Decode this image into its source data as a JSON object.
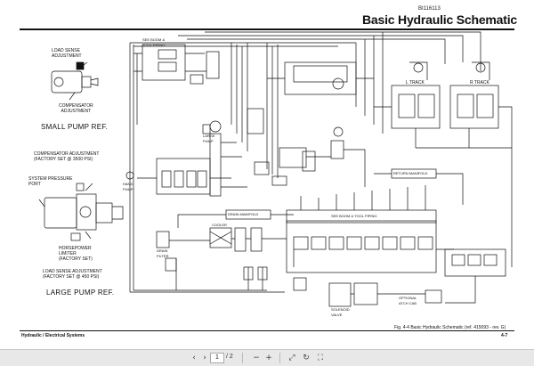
{
  "header": {
    "code": "BI116113",
    "title": "Basic Hydraulic Schematic"
  },
  "left_panel": {
    "load_sense_adjustment": "LOAD SENSE\nADJUSTMENT",
    "compensator_adjustment": "COMPENSATOR\nADJUSTMENT",
    "small_pump_ref": "SMALL PUMP REF.",
    "compensator_factory": "COMPENSATOR ADJUSTMENT\n(FACTORY SET @ 3500 PSI)",
    "system_pressure_port": "SYSTEM PRESSURE\nPORT",
    "horsepower_limiter": "HORSEPOWER\nLIMITER\n(FACTORY SET)",
    "load_sense_factory": "LOAD SENSE ADJUSTMENT\n(FACTORY SET @ 450 PSI)",
    "large_pump_ref": "LARGE PUMP REF."
  },
  "schematic_labels": {
    "sel_boom_top": "SEE BOOM &\nTOOL PIPING",
    "left_track": "L TRACK",
    "right_track": "R TRACK",
    "large_pump": "LARGE\nPUMP",
    "hand_pump": "HAND\nPUMP",
    "drain_manifold": "DRAIN MANIFOLD",
    "return_manifold": "RETURN MANIFOLD",
    "sel_boom_mid": "SEE BOOM & TOOL PIPING",
    "cooler": "COOLER",
    "drain_filter": "DRAIN\nFILTER",
    "solenoid_valve": "SOLENOID\nVALVE",
    "optional_attach": "OPTIONAL\nATCH CAB"
  },
  "footer": {
    "section": "Hydraulic / Electrical Systems",
    "caption": "Fig. 4-4  Basic Hydraulic Schematic (ref. 415093 - rev. G)",
    "page_number": "4-7"
  },
  "viewer": {
    "current_page": "1",
    "page_of": "/ 2"
  }
}
